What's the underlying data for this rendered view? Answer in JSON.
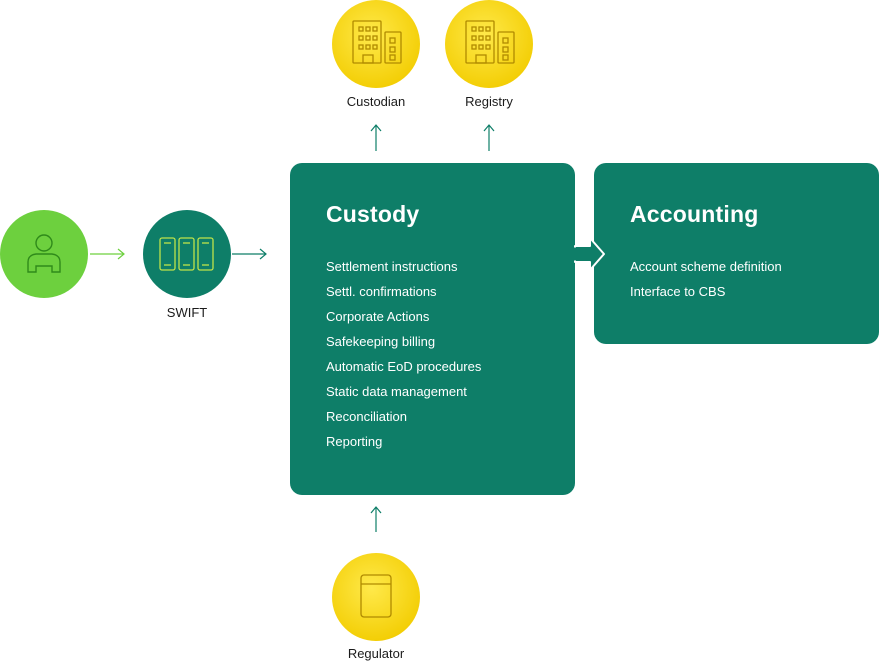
{
  "nodes": {
    "custodian": {
      "label": "Custodian",
      "icon": "building-icon"
    },
    "registry": {
      "label": "Registry",
      "icon": "building-icon"
    },
    "regulator": {
      "label": "Regulator",
      "icon": "document-icon"
    },
    "swift": {
      "label": "SWIFT",
      "icon": "server-icon"
    },
    "user": {
      "icon": "person-icon"
    }
  },
  "custody": {
    "title": "Custody",
    "items": [
      "Settlement instructions",
      "Settl. confirmations",
      "Corporate Actions",
      "Safekeeping billing",
      "Automatic EoD procedures",
      "Static data management",
      "Reconciliation",
      "Reporting"
    ]
  },
  "accounting": {
    "title": "Accounting",
    "items": [
      "Account scheme definition",
      "Interface to CBS"
    ]
  },
  "colors": {
    "box": "#0e7e68",
    "yellow": "#f5d10a",
    "green": "#6dd03e",
    "teal_circle": "#0e7e68",
    "arrow": "#0e7e68",
    "arrow_light": "#6dd03e"
  }
}
